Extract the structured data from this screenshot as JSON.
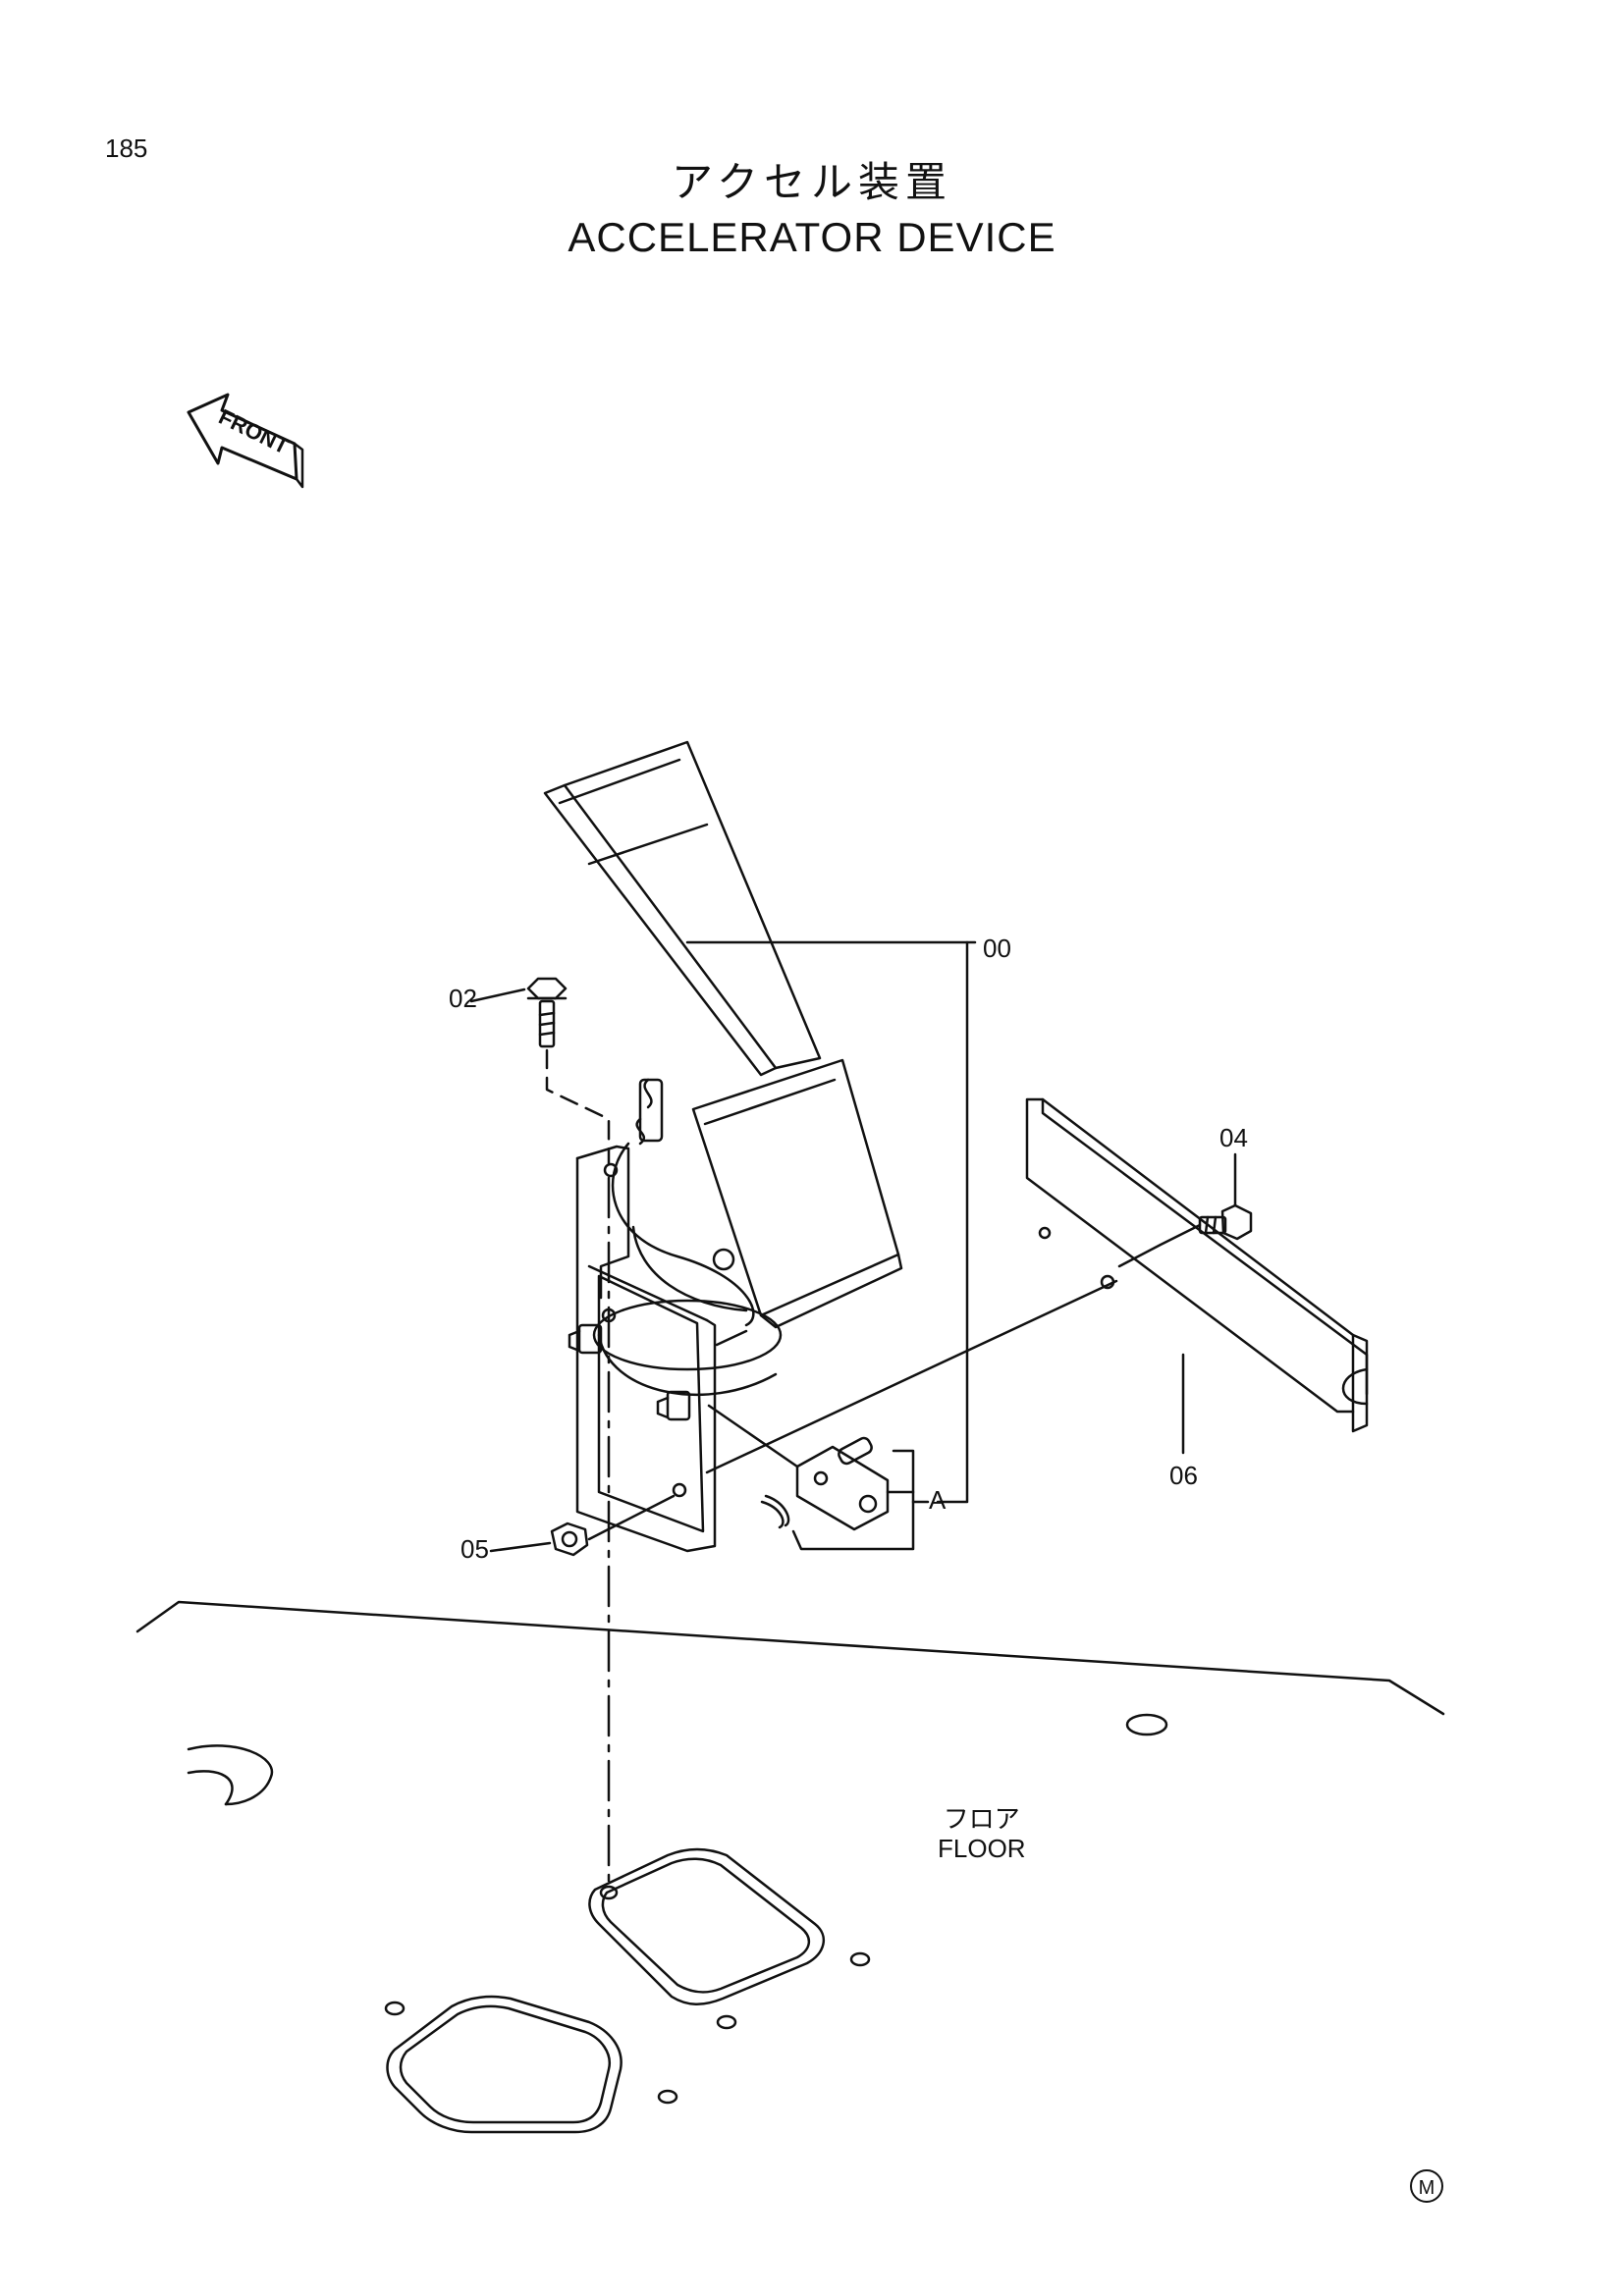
{
  "page": {
    "number": "185",
    "title_jp": "アクセル装置",
    "title_en": "ACCELERATOR DEVICE"
  },
  "front_indicator": {
    "label": "FRONT",
    "icon": "front-arrow-icon"
  },
  "callouts": {
    "c00": "00",
    "c02": "02",
    "c04": "04",
    "c05": "05",
    "c06": "06",
    "cA": "A"
  },
  "floor": {
    "label_jp": "フロア",
    "label_en": "FLOOR"
  },
  "corner_mark": "M"
}
